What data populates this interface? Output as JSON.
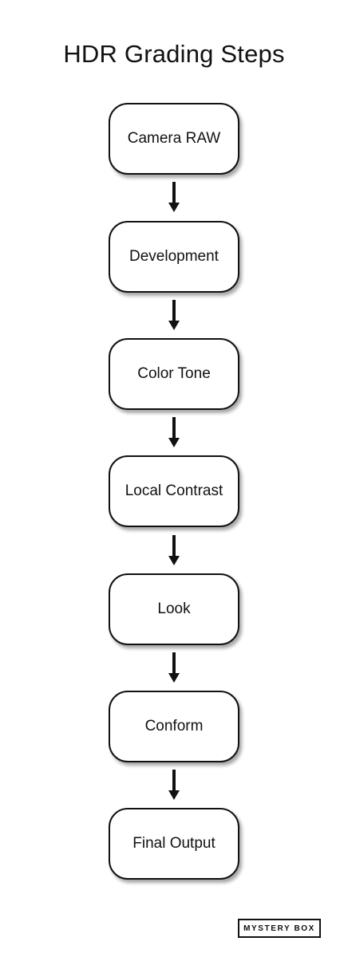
{
  "title": "HDR Grading Steps",
  "steps": [
    "Camera RAW",
    "Development",
    "Color Tone",
    "Local Contrast",
    "Look",
    "Conform",
    "Final Output"
  ],
  "logo_text": "MYSTERY BOX"
}
